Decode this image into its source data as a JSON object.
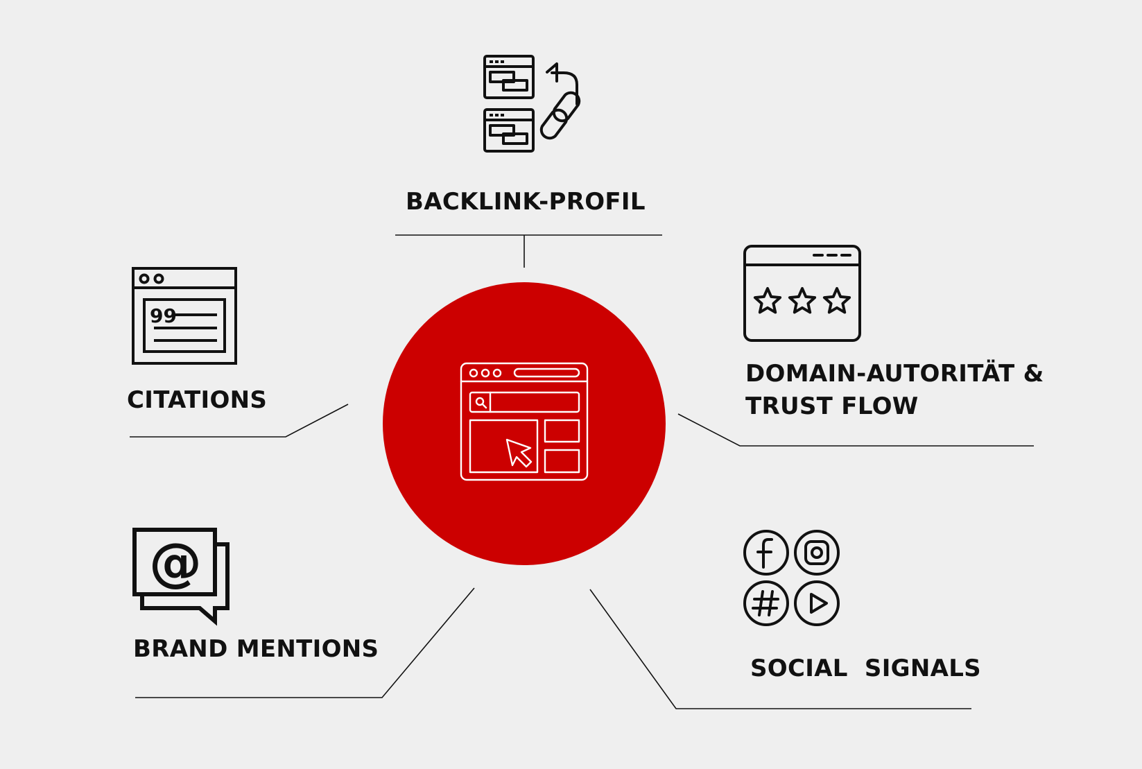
{
  "colors": {
    "background": "#efefef",
    "accent": "#cc0000",
    "ink": "#111111",
    "center_icon_stroke": "#ffffff"
  },
  "center": {
    "icon": "browser-window-search-cursor-icon"
  },
  "nodes": [
    {
      "id": "backlink",
      "label_lines": [
        "BACKLINK-PROFIL"
      ],
      "icon": "linked-pages-chain-icon"
    },
    {
      "id": "domain",
      "label_lines": [
        "DOMAIN-AUTORITÄT &",
        "TRUST FLOW"
      ],
      "icon": "browser-rating-stars-icon"
    },
    {
      "id": "social",
      "label_lines": [
        "SOCIAL  SIGNALS"
      ],
      "icon": "social-media-icons-icon"
    },
    {
      "id": "brand",
      "label_lines": [
        "BRAND MENTIONS"
      ],
      "icon": "at-sign-chat-icon"
    },
    {
      "id": "citations",
      "label_lines": [
        "CITATIONS"
      ],
      "icon": "quote-browser-icon"
    }
  ]
}
